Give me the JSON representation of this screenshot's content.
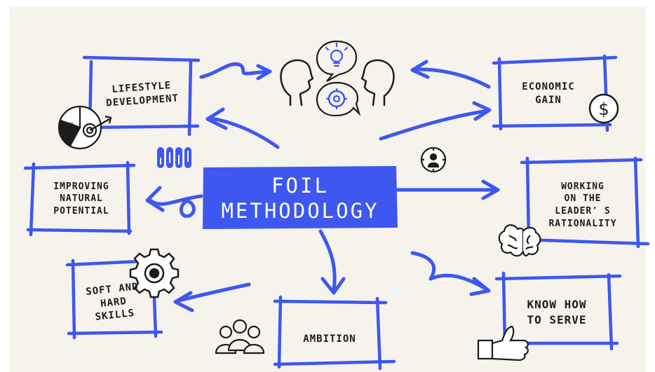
{
  "colors": {
    "accent": "#3d57f0",
    "background": "#f6f2ec",
    "ink": "#1c1c1c",
    "page": "#ffffff"
  },
  "center": {
    "label": "FOIL\nMETHODOLOGY"
  },
  "nodes": {
    "lifestyle": "LIFESTYLE\nDEVELOPMENT",
    "economic": "ECONOMIC\nGAIN",
    "improving": "IMPROVING\nNATURAL\nPOTENTIAL",
    "working": "WORKING\nON THE\nLEADER' S\nRATIONALITY",
    "soft": "SOFT AND\nHARD\nSKILLS",
    "ambition": "AMBITION",
    "serve": "KNOW HOW\nTO SERVE"
  },
  "pie_label": "20%",
  "icons": [
    "conversation-icon",
    "lightbulb-icon",
    "gear-icon",
    "dollar-coin-icon",
    "pie-chart-target-icon",
    "thermometer-levels-icon",
    "target-person-icon",
    "brain-icon",
    "cog-icon",
    "group-people-icon",
    "thumbs-up-icon"
  ]
}
